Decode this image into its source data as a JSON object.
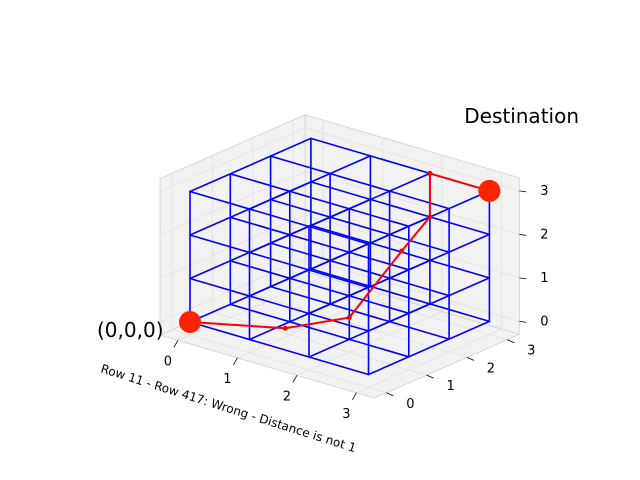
{
  "chart_data": {
    "type": "3d-line",
    "title": "",
    "xlabel": "Row 11 - Row 417: Wrong - Distance is not 1",
    "ylabel": "",
    "zlabel": "",
    "xlim": [
      0,
      3
    ],
    "ylim": [
      0,
      3
    ],
    "zlim": [
      0,
      3
    ],
    "x_ticks": [
      "0",
      "1",
      "2",
      "3"
    ],
    "y_ticks": [
      "0",
      "1",
      "2",
      "3"
    ],
    "z_ticks": [
      "0",
      "1",
      "2",
      "3"
    ],
    "grid": true,
    "colors": {
      "grid_lines": "#0000ff",
      "path": "#ff0000",
      "endpoints": "#ff2200",
      "pane": "#f2f2f2",
      "pane_grid": "#e0e0e0"
    },
    "series": [
      {
        "kind": "path",
        "points": [
          [
            0,
            0,
            0
          ],
          [
            1.6,
            0,
            0.5
          ],
          [
            2,
            1,
            0.5
          ],
          [
            2,
            2.3,
            1.5
          ],
          [
            2,
            3,
            2
          ],
          [
            2,
            3,
            3
          ],
          [
            3,
            3,
            3
          ],
          [
            3,
            3,
            3
          ]
        ]
      },
      {
        "kind": "endpoints",
        "points": [
          [
            0,
            0,
            0
          ],
          [
            3,
            3,
            3
          ]
        ]
      }
    ],
    "annotations": [
      {
        "text": "(0,0,0)",
        "anchor": "start"
      },
      {
        "text": "Destination",
        "anchor": "end"
      }
    ]
  }
}
